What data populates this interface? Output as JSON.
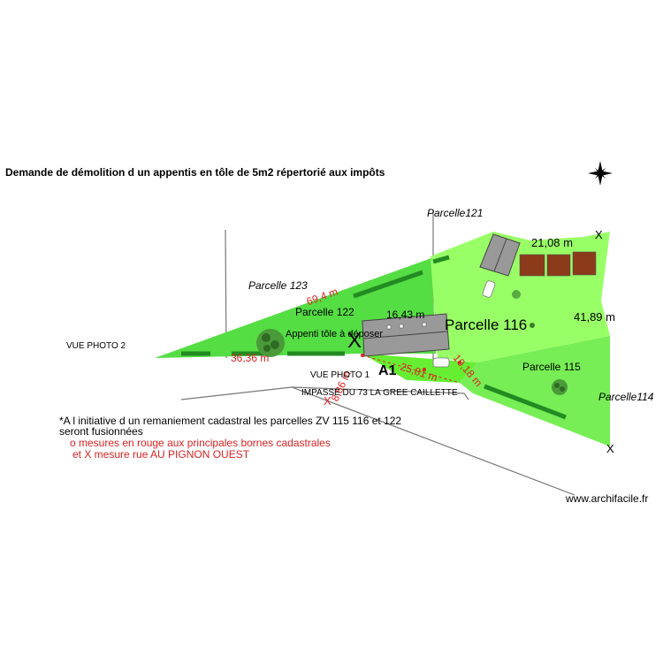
{
  "plan": {
    "title": "Demande de démolition d un appentis en tôle de 5m2 répertorié aux impôts",
    "parcels": {
      "p121": "Parcelle121",
      "p123": "Parcelle 123",
      "p122": "Parcelle 122",
      "p116": "Parcelle 116",
      "p115": "Parcelle 115",
      "p114": "Parcelle114"
    },
    "measures": {
      "m_21_08": "21,08 m",
      "m_41_89": "41,89 m",
      "m_16_43": "16,43 m",
      "m_69_4": "69,4 m",
      "m_36_36": "36,36 m",
      "m_10_18": "10,18 m",
      "m_25_81": "25,81 m",
      "m_8_86": "8,86 m"
    },
    "labels": {
      "appenti": "Appenti tôle à déposer",
      "vue_photo_1": "VUE PHOTO 1",
      "vue_photo_2": "VUE PHOTO 2",
      "a1": "A1",
      "impasse": "IMPASSE DU 73 LA GREE CAILLETTE",
      "marker_x": "X",
      "big_x": "X"
    },
    "notes": {
      "line1": "*A l initiative d un remaniement cadastral les parcelles ZV 115 116 et 122",
      "line2": "seront fusionnées",
      "line3": "o mesures en rouge aux principales bornes cadastrales",
      "line4": "et X mesure rue AU PIGNON OUEST"
    },
    "watermark": "www.archifacile.fr",
    "colors": {
      "parcel_light": "#99ff66",
      "parcel_bright": "#66ee33",
      "parcel_medium": "#55dd44",
      "hedge": "#228b22",
      "building": "#999999",
      "measure_red": "#dd2222",
      "road_line": "#777777",
      "garden_bed": "#8b3a1a"
    }
  }
}
